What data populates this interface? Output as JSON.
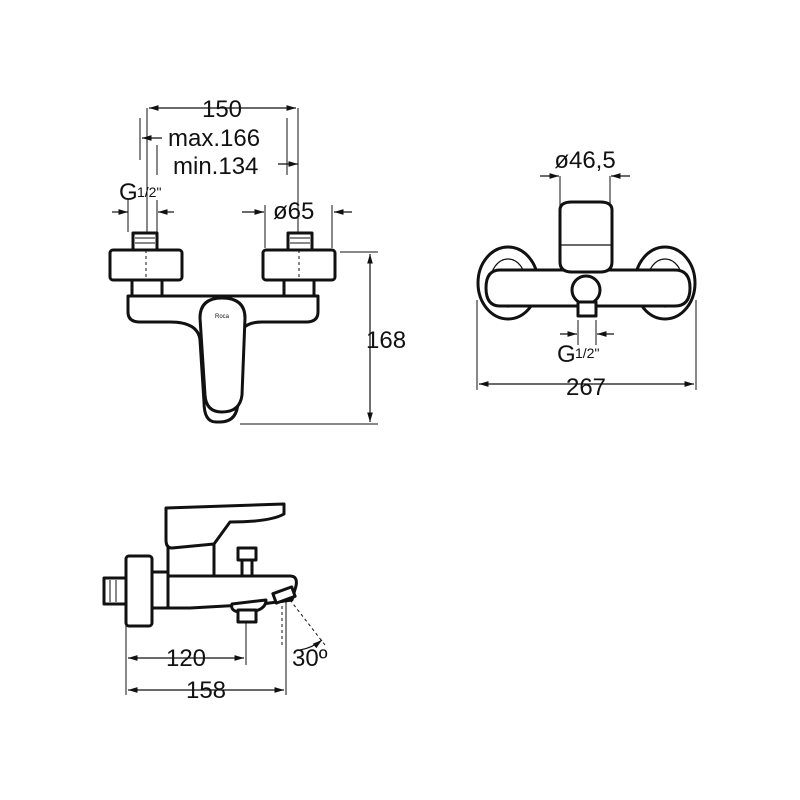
{
  "front_view": {
    "dim_width": "150",
    "dim_max": "max.166",
    "dim_min": "min.134",
    "dim_thread": "G",
    "dim_thread_fraction": "1/2\"",
    "dim_flange": "ø65",
    "dim_height": "168",
    "brand_mark": "Roca"
  },
  "top_view": {
    "dim_cartridge": "ø46,5",
    "dim_thread": "G",
    "dim_thread_fraction": "1/2\"",
    "dim_width": "267"
  },
  "side_view": {
    "dim_outlet": "120",
    "dim_depth": "158",
    "dim_angle": "30º"
  }
}
